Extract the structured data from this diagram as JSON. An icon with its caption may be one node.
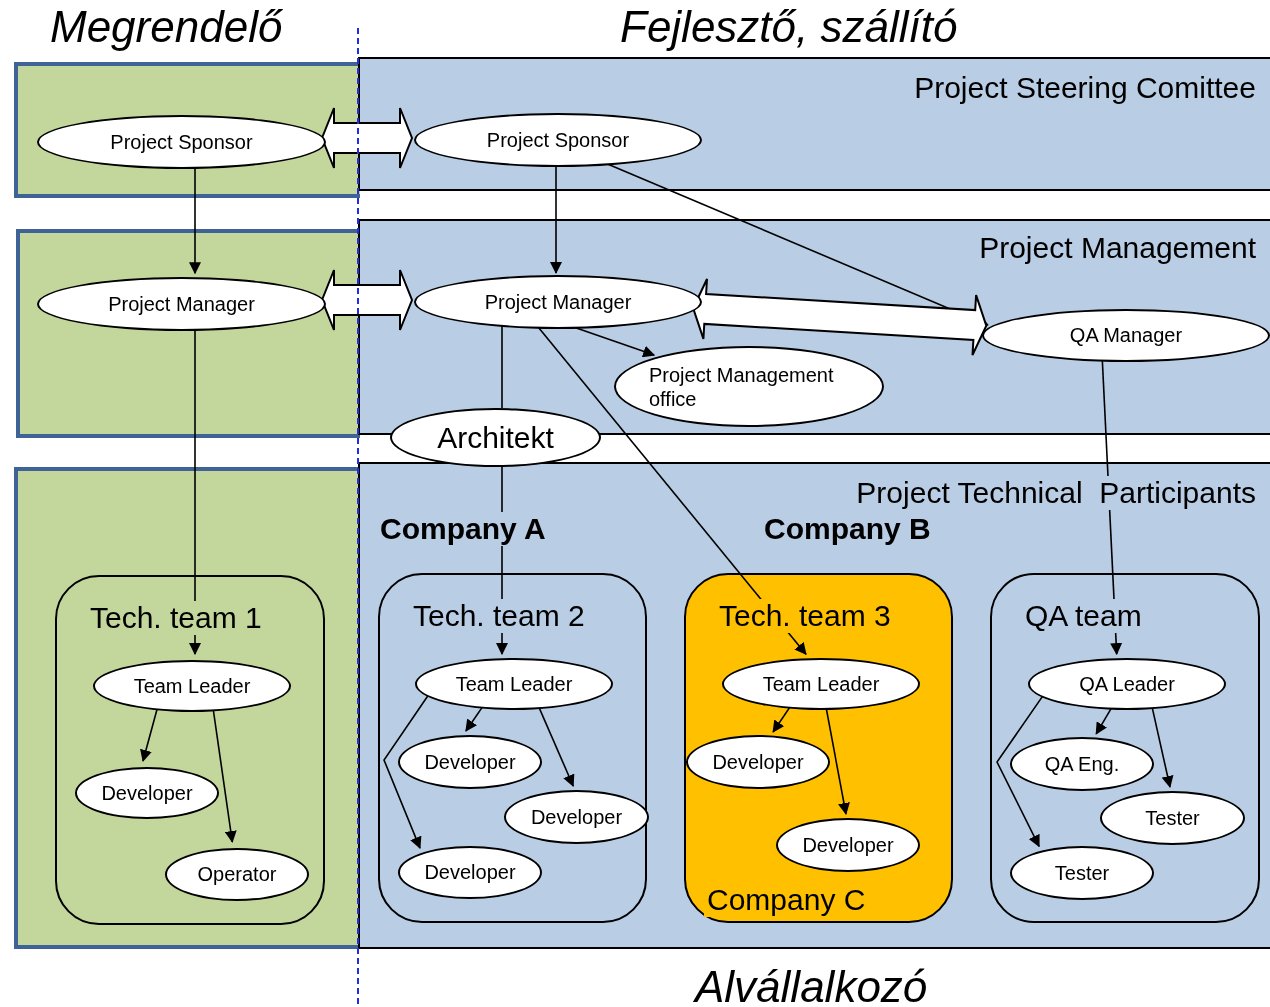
{
  "diagram": {
    "nodes": [
      {
        "text": [],
        "shape": "box"
      },
      {
        "text": [
          "Project Sponsor"
        ],
        "in": 0
      },
      {
        "text": [
          "Project Steering Comittee"
        ]
      },
      {
        "text": [
          "Project Sponsor"
        ],
        "in": 2
      },
      {
        "text": [],
        "shape": "box"
      },
      {
        "text": [
          "Project Manager"
        ],
        "in": 4
      },
      {
        "text": [
          "Project Management"
        ]
      },
      {
        "text": [
          "Project Manager"
        ],
        "in": 6
      },
      {
        "text": [
          "Project Management office"
        ],
        "in": 6
      },
      {
        "text": [
          "QA Manager"
        ],
        "in": 6
      },
      {
        "text": [
          "Architekt"
        ]
      },
      {
        "text": [],
        "shape": "box"
      },
      {
        "text": [
          "Tech. team 1"
        ],
        "in": 11
      },
      {
        "text": [
          "Team Leader"
        ],
        "in": 12
      },
      {
        "text": [
          "Developer"
        ],
        "in": 12
      },
      {
        "text": [
          "Operator"
        ],
        "in": 12
      },
      {
        "text": [
          "Project Technical  Participants"
        ]
      },
      {
        "text": [
          "Tech. team 2"
        ],
        "in": 16
      },
      {
        "text": [
          "Team Leader"
        ],
        "in": 17
      },
      {
        "text": [
          "Developer"
        ],
        "in": 17
      },
      {
        "text": [
          "Developer"
        ],
        "in": 17
      },
      {
        "text": [
          "Developer"
        ],
        "in": 17
      },
      {
        "text": [
          "Tech. team 3",
          "Company C"
        ],
        "in": 16
      },
      {
        "text": [
          "Team Leader"
        ],
        "in": 22
      },
      {
        "text": [
          "Developer"
        ],
        "in": 22
      },
      {
        "text": [
          "Developer"
        ],
        "in": 22
      },
      {
        "text": [
          "QA team"
        ],
        "in": 16
      },
      {
        "text": [
          "QA Leader"
        ],
        "in": 26
      },
      {
        "text": [
          "QA Eng."
        ],
        "in": 26
      },
      {
        "text": [
          "Tester"
        ],
        "in": 26
      },
      {
        "text": [
          "Tester"
        ],
        "in": 26
      }
    ],
    "edges": [
      {
        "from": 1,
        "to": 5,
        "arrow": "to"
      },
      {
        "from": 5,
        "to": 13,
        "arrow": "to"
      },
      {
        "from": 3,
        "to": 7,
        "arrow": "to"
      },
      {
        "from": 3,
        "to": 9,
        "arrow": "to"
      },
      {
        "from": 7,
        "to": 8,
        "arrow": "to"
      },
      {
        "from": 7,
        "to": 10,
        "arrow": "none"
      },
      {
        "from": 10,
        "to": 18,
        "arrow": "to"
      },
      {
        "from": 7,
        "to": 23,
        "arrow": "to"
      },
      {
        "from": 9,
        "to": 27,
        "arrow": "to"
      },
      {
        "from": 13,
        "to": 14,
        "arrow": "to"
      },
      {
        "from": 13,
        "to": 15,
        "arrow": "to"
      },
      {
        "from": 18,
        "to": 19,
        "arrow": "to"
      },
      {
        "from": 18,
        "to": 21,
        "arrow": "to"
      },
      {
        "from": 18,
        "to": 20,
        "arrow": "to"
      },
      {
        "from": 23,
        "to": 24,
        "arrow": "to"
      },
      {
        "from": 23,
        "to": 25,
        "arrow": "to"
      },
      {
        "from": 27,
        "to": 28,
        "arrow": "to"
      },
      {
        "from": 27,
        "to": 30,
        "arrow": "to"
      },
      {
        "from": 27,
        "to": 29,
        "arrow": "to"
      },
      {
        "from": 1,
        "to": 3,
        "arrow": "both",
        "style": "thick"
      },
      {
        "from": 5,
        "to": 7,
        "arrow": "both",
        "style": "thick"
      },
      {
        "from": 7,
        "to": 9,
        "arrow": "both",
        "style": "thick"
      }
    ],
    "labels": [
      "Megrendelő",
      "Fejlesztő, szállító",
      "Company A",
      "Company B",
      "Alvállalkozó"
    ]
  }
}
